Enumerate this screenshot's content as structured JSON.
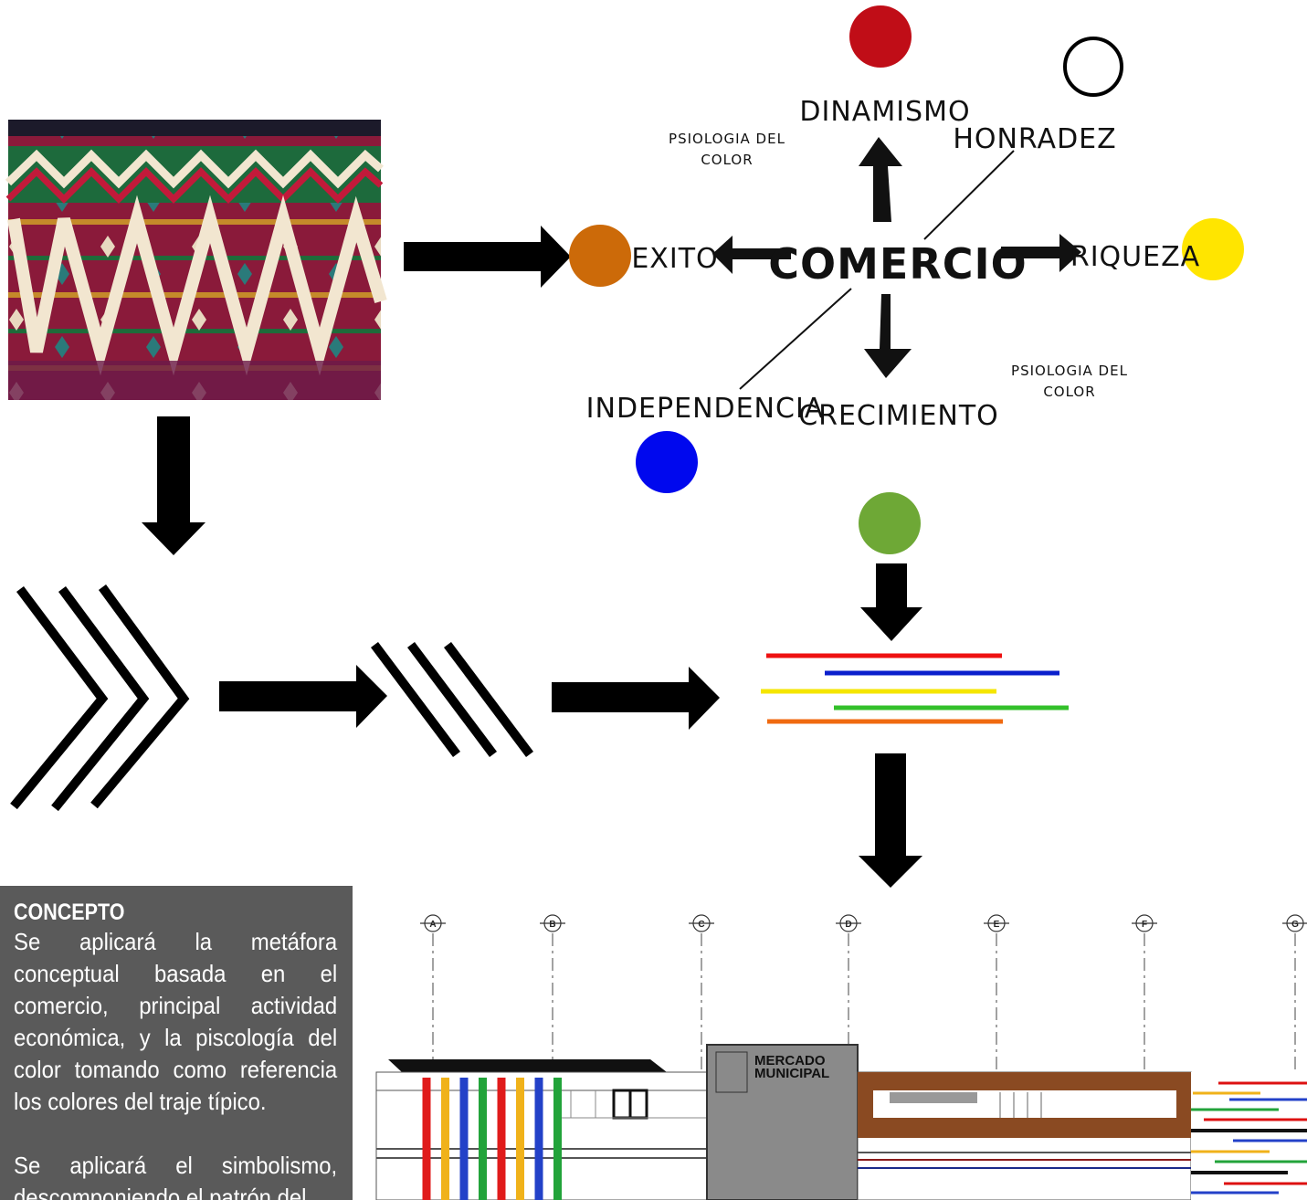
{
  "mindmap": {
    "center": "COMERCIO",
    "top": "DINAMISMO",
    "top_right": "HONRADEZ",
    "left": "EXITO",
    "right": "RIQUEZA",
    "bottom": "CRECIMIENTO",
    "bottom_left": "INDEPENDENCIA",
    "note_top": [
      "PSIOLOGIA DEL",
      "COLOR"
    ],
    "note_bottom": [
      "PSIOLOGIA DEL",
      "COLOR"
    ]
  },
  "colors": {
    "red": "#c00d17",
    "orange": "#cc6a09",
    "yellow": "#ffe500",
    "blue": "#0008ee",
    "green": "#6ea836",
    "black": "#000000"
  },
  "stripes": [
    "#ee1111",
    "#0a1fcc",
    "#f5e600",
    "#33c02a",
    "#f06a10"
  ],
  "elevation": {
    "grid_labels": [
      "A",
      "B",
      "C",
      "D",
      "E",
      "F",
      "G"
    ],
    "building_sign": [
      "MERCADO",
      "MUNICIPAL"
    ],
    "column_colors": [
      "#e01b1b",
      "#f0b21a",
      "#2341c8",
      "#22a33a",
      "#e01b1b",
      "#f0b21a",
      "#2341c8",
      "#22a33a"
    ]
  },
  "concept": {
    "title": "CONCEPTO",
    "paragraph1": "Se aplicará la metáfora conceptual basada en el comercio, principal actividad económica, y la piscología del color tomando como referencia los colores del traje típico.",
    "paragraph2": "Se aplicará el simbolismo, descomponiendo el patrón del"
  }
}
